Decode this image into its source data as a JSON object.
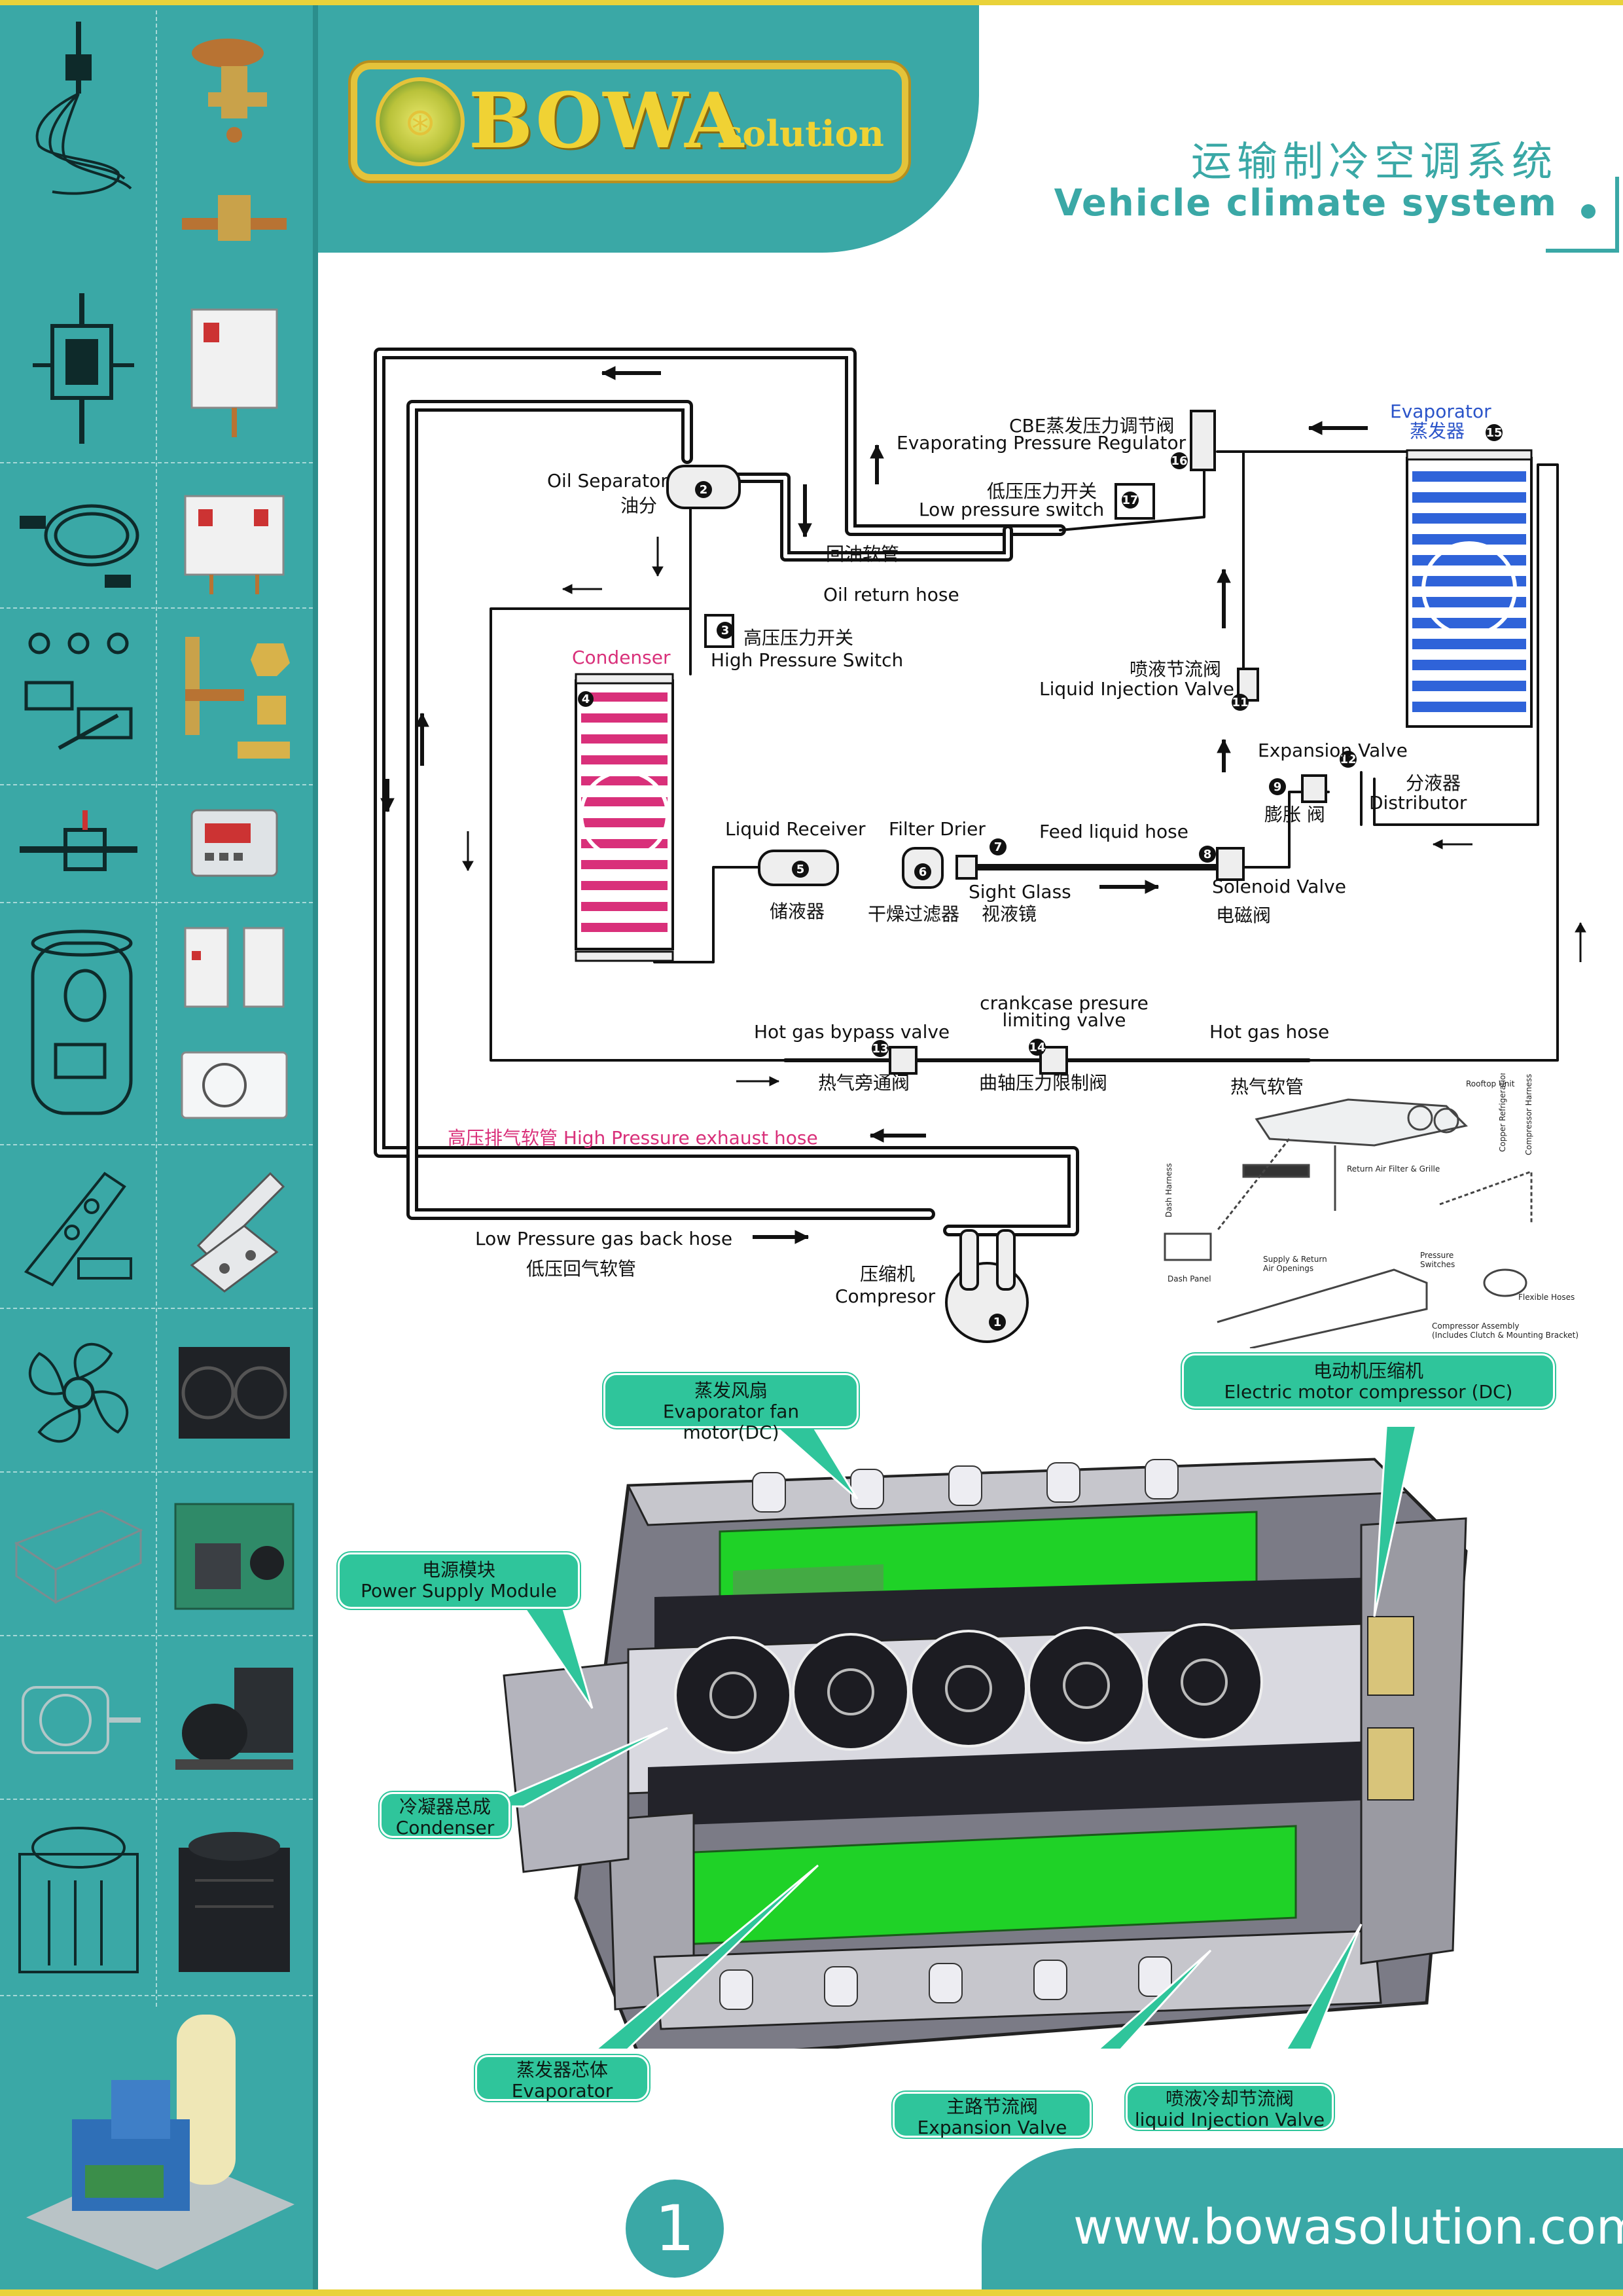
{
  "brand": {
    "logo_word": "BOWA",
    "logo_sub": "solution"
  },
  "header": {
    "title_cn": "运输制冷空调系统",
    "title_en": "Vehicle climate system"
  },
  "sidebar": {
    "thumbnails": [
      "valve",
      "expansion-valve",
      "manifold",
      "solenoid",
      "pressure-switch",
      "pressure-switch-dual",
      "hose",
      "controller",
      "access-valve",
      "fitting",
      "sight-glass",
      "digital-controller",
      "compressor",
      "relay",
      "evaporator",
      "bracket",
      "hinge",
      "fan",
      "condenser",
      "air-handler",
      "condensing-unit",
      "motor",
      "compressor-unit",
      "cabinet",
      "heat-pump",
      "skid-unit"
    ]
  },
  "diagram": {
    "labels": {
      "cbe_cn": "CBE蒸发压力调节阀",
      "cbe_en": "Evaporating Pressure Regulator",
      "evaporator_en": "Evaporator",
      "evaporator_cn": "蒸发器",
      "oil_sep_en": "Oil Separator",
      "oil_sep_cn": "油分",
      "low_switch_cn": "低压压力开关",
      "low_switch_en": "Low pressure switch",
      "oil_return_cn": "回油软管",
      "oil_return_en": "Oil return hose",
      "high_switch_cn": "高压压力开关",
      "high_switch_en": "High Pressure Switch",
      "condenser": "Condenser",
      "liq_inj_cn": "喷液节流阀",
      "liq_inj_en": "Liquid Injection Valve",
      "expansion_en": "Expansion Valve",
      "expansion_cn": "膨胀 阀",
      "distributor_cn": "分液器",
      "distributor_en": "Distributor",
      "receiver_en": "Liquid Receiver",
      "receiver_cn": "储液器",
      "drier_en": "Filter Drier",
      "drier_cn": "干燥过滤器",
      "feed_hose": "Feed liquid hose",
      "sight_en": "Sight Glass",
      "sight_cn": "视液镜",
      "solenoid_en": "Solenoid Valve",
      "solenoid_cn": "电磁阀",
      "crankcase_1": "crankcase presure",
      "crankcase_2": "limiting valve",
      "crankcase_cn": "曲轴压力限制阀",
      "hot_bypass_en": "Hot gas bypass valve",
      "hot_bypass_cn": "热气旁通阀",
      "hot_hose_en": "Hot gas hose",
      "hot_hose_cn": "热气软管",
      "hp_exhaust": "高压排气软管  High Pressure exhaust hose",
      "lp_return_en": "Low Pressure gas back hose",
      "lp_return_cn": "低压回气软管",
      "compressor_cn": "压缩机",
      "compressor_en": "Compresor"
    },
    "numbers": [
      "1",
      "2",
      "3",
      "4",
      "5",
      "6",
      "7",
      "8",
      "9",
      "11",
      "12",
      "13",
      "14",
      "15",
      "16",
      "17"
    ]
  },
  "bus_inset": {
    "rooftop": "Rooftop Unit",
    "filter": "Return Air Filter & Grille",
    "piping": "Copper Refrigeration Piping",
    "harness": "Compressor Harness",
    "dash_harness": "Dash Harness",
    "dash_panel": "Dash Panel",
    "supply": "Supply & Return",
    "supply2": "Air Openings",
    "switches": "Pressure",
    "switches2": "Switches",
    "hoses": "Flexible Hoses",
    "assembly": "Compressor Assembly",
    "assembly2": "(Includes Clutch & Mounting Bracket)"
  },
  "callouts": {
    "evap_fan_cn": "蒸发风扇",
    "evap_fan_en": "Evaporator fan motor(DC)",
    "motor_comp_cn": "电动机压缩机",
    "motor_comp_en": "Electric motor compressor (DC)",
    "power_cn": "电源模块",
    "power_en": "Power Supply Module",
    "condenser_cn": "冷凝器总成",
    "condenser_en": "Condenser",
    "evaporator_cn": "蒸发器芯体",
    "evaporator_en": "Evaporator",
    "expansion_cn": "主路节流阀",
    "expansion_en": "Expansion Valve",
    "liquid_cn": "喷液冷却节流阀",
    "liquid_en": "liquid Injection Valve"
  },
  "footer": {
    "page": "1",
    "url": "www.bowasolution.com"
  }
}
